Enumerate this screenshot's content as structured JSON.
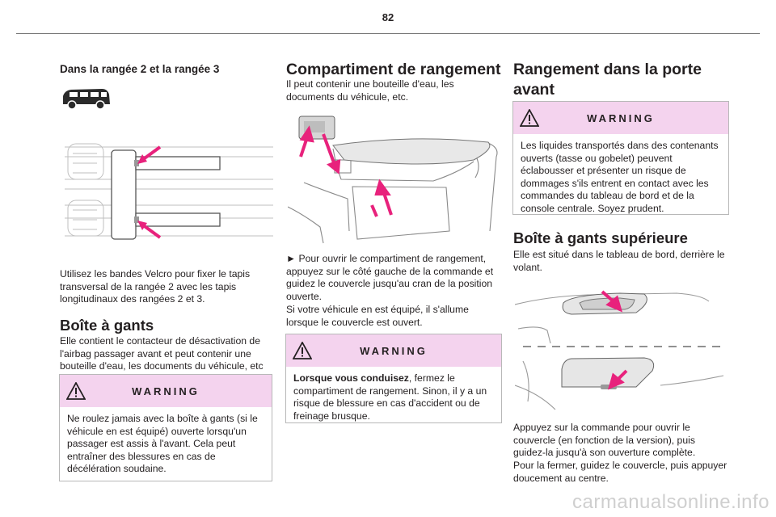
{
  "page": {
    "number": "82"
  },
  "col1": {
    "heading": "Dans la rangée 2 et la rangée 3",
    "paragraph": "Utilisez les bandes Velcro pour fixer le tapis transversal de la rangée 2 avec les tapis longitudinaux des rangées 2 et 3.",
    "section_title": "Boîte à gants",
    "section_paragraph": "Elle contient le contacteur de désactivation de l'airbag passager avant et peut contenir une bouteille d'eau, les documents du véhicule, etc",
    "warning": {
      "title": "WARNING",
      "text": "Ne roulez jamais avec la boîte à gants (si le véhicule en est équipé) ouverte lorsqu'un passager est assis à l'avant. Cela peut entraîner des blessures en cas de décélération soudaine."
    }
  },
  "col2": {
    "title": "Compartiment de rangement",
    "intro": "Il peut contenir une bouteille d'eau, les documents du véhicule, etc.",
    "instruction": "► Pour ouvrir le compartiment de rangement, appuyez sur le côté gauche de la commande et guidez le couvercle jusqu'au cran de la position ouverte.",
    "note": "Si votre véhicule en est équipé, il s'allume lorsque le couvercle est ouvert.",
    "warning": {
      "title": "WARNING",
      "bold": "Lorsque vous conduisez",
      "text": ", fermez le compartiment de rangement. Sinon, il y a un risque de blessure en cas d'accident ou de freinage brusque."
    }
  },
  "col3": {
    "title_line1": "Rangement dans la porte",
    "title_line2": "avant",
    "warning": {
      "title": "WARNING",
      "text": "Les liquides transportés dans des contenants ouverts (tasse ou gobelet) peuvent éclabousser et présenter un risque de dommages s'ils entrent en contact avec les commandes du tableau de bord et de la console centrale. Soyez prudent."
    },
    "section_title": "Boîte à gants supérieure",
    "section_paragraph": "Elle est situé dans le tableau de bord, derrière le volant.",
    "instruction": "Appuyez sur la commande pour ouvrir le couvercle (en fonction de la version), puis guidez-la jusqu'à son ouverture complète.",
    "note": "Pour la fermer, guidez le couvercle, puis appuyer doucement au centre."
  },
  "watermark": "carmanualsonline.info",
  "colors": {
    "warning_bg": "#f4d3ee",
    "arrow": "#e8227c",
    "rule": "#7a7a7a"
  },
  "icons": [
    "warning-triangle-icon",
    "van-silhouette-icon",
    "pink-arrow-icon"
  ]
}
